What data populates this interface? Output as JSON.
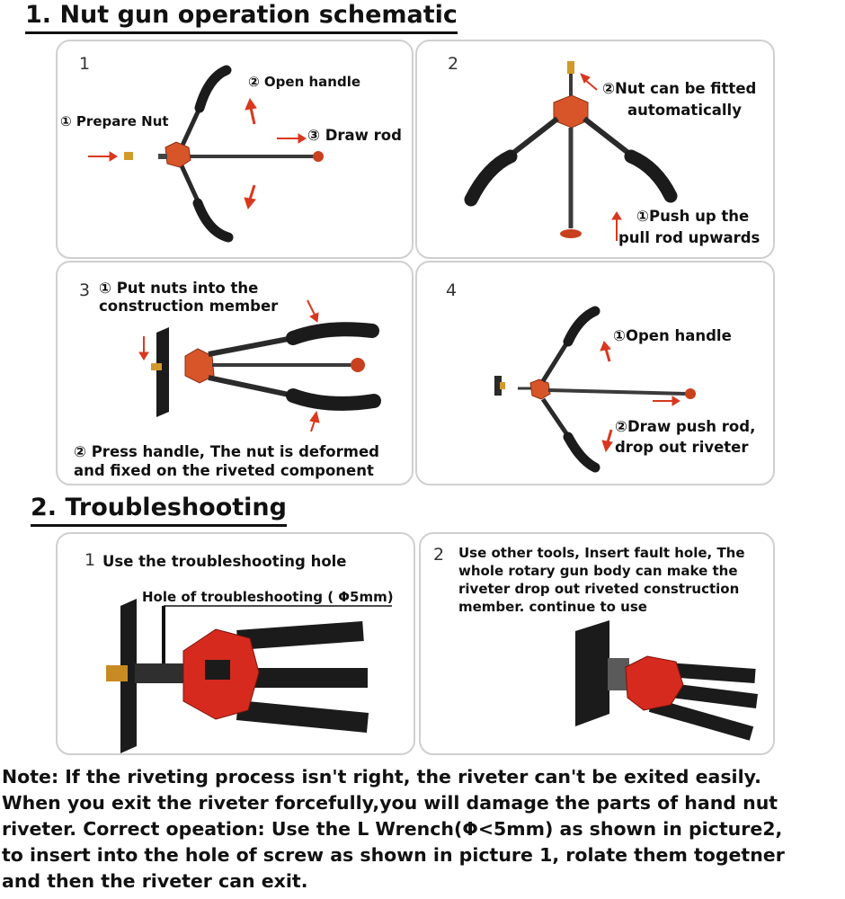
{
  "section1": {
    "title": "1. Nut gun operation schematic"
  },
  "panel1": {
    "number": "1",
    "prepare_nut": "① Prepare Nut",
    "open_handle": "② Open handle",
    "draw_rod": "③ Draw rod"
  },
  "panel2": {
    "number": "2",
    "nut_fitted_l1": "②Nut can be fitted",
    "nut_fitted_l2": "automatically",
    "push_up_l1": "①Push up the",
    "push_up_l2": "pull rod upwards"
  },
  "panel3": {
    "number": "3",
    "put_nuts_l1": "① Put nuts into the",
    "put_nuts_l2": "construction member",
    "press_l1": "② Press handle, The nut is deformed",
    "press_l2": "and fixed on the riveted component"
  },
  "panel4": {
    "number": "4",
    "open_handle": "①Open handle",
    "draw_push_l1": "②Draw push rod,",
    "draw_push_l2": "drop out riveter"
  },
  "section2": {
    "title": "2. Troubleshooting"
  },
  "trouble1": {
    "number": "1",
    "title": "Use the troubleshooting hole",
    "hole_label": "Hole of troubleshooting ( Φ5mm)"
  },
  "trouble2": {
    "number": "2",
    "line1": "Use other tools, Insert fault hole, The",
    "line2": "whole rotary gun body can make the",
    "line3": "riveter drop out riveted construction",
    "line4": "member. continue to use"
  },
  "note": {
    "line1": "Note: If the riveting process isn't right, the riveter can't be exited easily.",
    "line2": "When you exit the riveter forcefully,you will damage the parts of hand nut",
    "line3": "riveter. Correct opeation: Use the L Wrench(Φ<5mm) as shown in picture2,",
    "line4": "to insert into the hole of screw as shown in picture 1, rolate them togetner",
    "line5": "and then the riveter can exit."
  },
  "colors": {
    "accent_red": "#d9381e",
    "tool_orange": "#d8552a",
    "handle_black": "#1b1b1b",
    "rod_gray": "#3a3a3a",
    "brass": "#d29a2a"
  }
}
